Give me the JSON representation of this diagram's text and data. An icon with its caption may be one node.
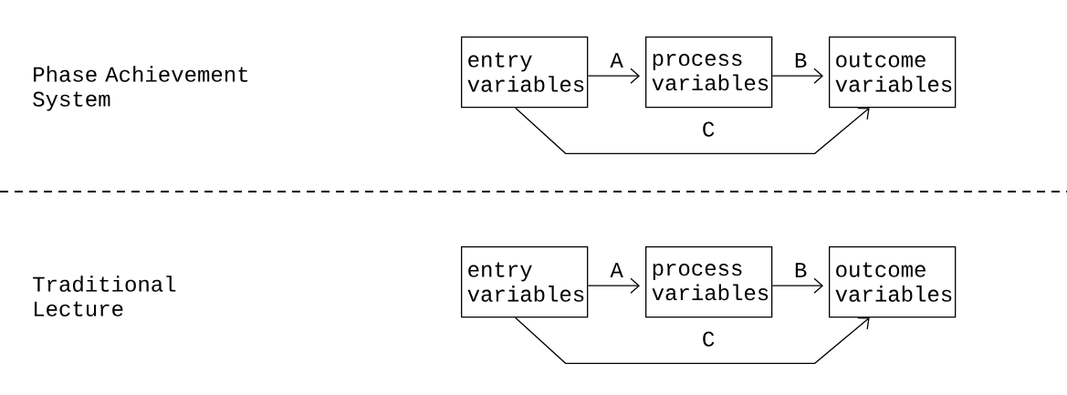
{
  "diagram": {
    "nodes": [
      {
        "text": [
          "entry variables"
        ]
      },
      {
        "text": [
          "process variables"
        ]
      },
      {
        "text": [
          "outcome variables"
        ]
      },
      {
        "text": [
          "entry variables"
        ]
      },
      {
        "text": [
          "process variables"
        ]
      },
      {
        "text": [
          "outcome variables"
        ]
      }
    ],
    "edges": [
      {
        "from": 0,
        "to": 1,
        "arrow": "to",
        "label": "A"
      },
      {
        "from": 1,
        "to": 2,
        "arrow": "to",
        "label": "B"
      },
      {
        "from": 0,
        "to": 2,
        "arrow": "to",
        "label": "C"
      },
      {
        "from": 3,
        "to": 4,
        "arrow": "to",
        "label": "A"
      },
      {
        "from": 4,
        "to": 5,
        "arrow": "to",
        "label": "B"
      },
      {
        "from": 3,
        "to": 5,
        "arrow": "to",
        "label": "C"
      }
    ],
    "labels": [
      "Phase Achievement System",
      "Traditional Lecture"
    ]
  }
}
